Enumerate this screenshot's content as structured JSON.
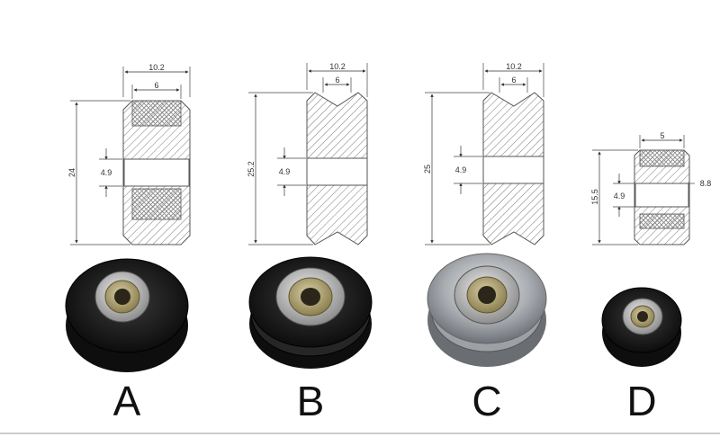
{
  "figure": {
    "colors": {
      "outline": "#555555",
      "hatch": "#777777",
      "crosshatch": "#8a8a8a",
      "black_wheel": "#1a1a1a",
      "steel_wheel": "#b8bcc0",
      "bearing": "#c9c9c9"
    },
    "wheels": [
      {
        "id": "A",
        "label": "A",
        "outer_width": "10.2",
        "inner_width": "6",
        "height": "24",
        "bore": "4.9",
        "profile": "flat-chamfered",
        "material": "black"
      },
      {
        "id": "B",
        "label": "B",
        "outer_width": "10.2",
        "inner_width": "6",
        "height": "25.2",
        "bore": "4.9",
        "profile": "v-groove",
        "material": "black"
      },
      {
        "id": "C",
        "label": "C",
        "outer_width": "10.2",
        "inner_width": "6",
        "height": "25",
        "bore": "4.9",
        "profile": "v-groove",
        "material": "steel"
      },
      {
        "id": "D",
        "label": "D",
        "outer_width": "5",
        "side_width": "8.8",
        "height": "15.5",
        "bore": "4.9",
        "profile": "flat-chamfered-small",
        "material": "black"
      }
    ]
  }
}
